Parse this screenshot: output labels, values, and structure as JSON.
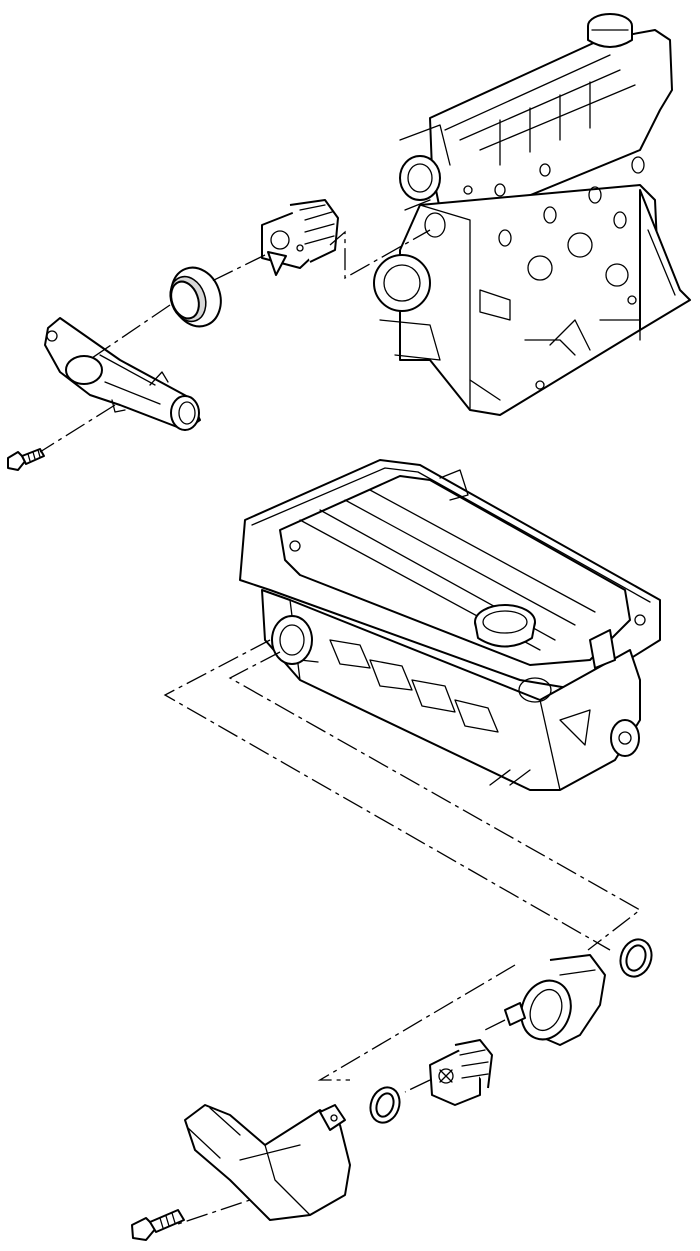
{
  "diagram": {
    "parts": [
      {
        "id": "engine-block-assembly",
        "icon": "engine-block"
      },
      {
        "id": "thermostat-upper",
        "icon": "thermostat"
      },
      {
        "id": "seal-ring-upper",
        "icon": "seal-ring"
      },
      {
        "id": "housing-upper",
        "icon": "thermostat-housing"
      },
      {
        "id": "bolt-upper",
        "icon": "bolt"
      },
      {
        "id": "cylinder-head",
        "icon": "cylinder-head"
      },
      {
        "id": "housing-lower",
        "icon": "thermostat-housing"
      },
      {
        "id": "o-ring-lower",
        "icon": "o-ring"
      },
      {
        "id": "thermostat-lower",
        "icon": "thermostat"
      },
      {
        "id": "seal-lower",
        "icon": "seal-ring"
      },
      {
        "id": "cover-elbow",
        "icon": "coolant-elbow"
      },
      {
        "id": "bolt-lower",
        "icon": "bolt"
      }
    ],
    "colors": {
      "line": "#000000",
      "background": "#ffffff",
      "shade": "#d8d8d8"
    }
  }
}
